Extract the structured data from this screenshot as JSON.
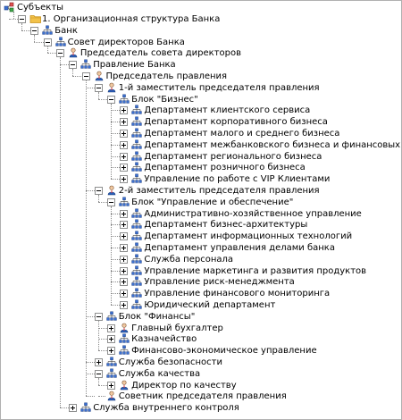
{
  "tree": {
    "root_label": "Субъекты",
    "nodes": [
      {
        "label": "1. Организационная структура Банка",
        "level": 0,
        "icon": "folder-icon",
        "expander": "minus"
      },
      {
        "label": "Банк",
        "level": 1,
        "icon": "org-chart-icon",
        "expander": "minus"
      },
      {
        "label": "Совет директоров Банка",
        "level": 2,
        "icon": "org-chart-icon",
        "expander": "minus"
      },
      {
        "label": "Председатель совета директоров",
        "level": 3,
        "icon": "person-icon",
        "expander": "minus"
      },
      {
        "label": "Правление Банка",
        "level": 4,
        "icon": "org-chart-icon",
        "expander": "minus"
      },
      {
        "label": "Председатель правления",
        "level": 5,
        "icon": "person-icon",
        "expander": "minus"
      },
      {
        "label": "1-й заместитель председателя правления",
        "level": 6,
        "icon": "person-icon",
        "expander": "minus"
      },
      {
        "label": "Блок \"Бизнес\"",
        "level": 7,
        "icon": "org-chart-icon",
        "expander": "minus"
      },
      {
        "label": "Департамент клиентского сервиса",
        "level": 8,
        "icon": "org-chart-icon",
        "expander": "plus"
      },
      {
        "label": "Департамент корпоративного бизнеса",
        "level": 8,
        "icon": "org-chart-icon",
        "expander": "plus"
      },
      {
        "label": "Департамент малого и среднего бизнеса",
        "level": 8,
        "icon": "org-chart-icon",
        "expander": "plus"
      },
      {
        "label": "Департамент межбанковского бизнеса и финансовых институтов",
        "level": 8,
        "icon": "org-chart-icon",
        "expander": "plus"
      },
      {
        "label": "Департамент регионального бизнеса",
        "level": 8,
        "icon": "org-chart-icon",
        "expander": "plus"
      },
      {
        "label": "Департамент розничного бизнеса",
        "level": 8,
        "icon": "org-chart-icon",
        "expander": "plus"
      },
      {
        "label": "Управление по работе с VIP Клиентами",
        "level": 8,
        "icon": "org-chart-icon",
        "expander": "plus"
      },
      {
        "label": "2-й заместитель председателя правления",
        "level": 6,
        "icon": "person-icon",
        "expander": "minus"
      },
      {
        "label": "Блок \"Управление и обеспечение\"",
        "level": 7,
        "icon": "org-chart-icon",
        "expander": "minus"
      },
      {
        "label": "Административно-хозяйственное управление",
        "level": 8,
        "icon": "org-chart-icon",
        "expander": "plus"
      },
      {
        "label": "Департамент бизнес-архитектуры",
        "level": 8,
        "icon": "org-chart-icon",
        "expander": "plus"
      },
      {
        "label": "Департамент информационных технологий",
        "level": 8,
        "icon": "org-chart-icon",
        "expander": "plus"
      },
      {
        "label": "Департамент управления делами банка",
        "level": 8,
        "icon": "org-chart-icon",
        "expander": "plus"
      },
      {
        "label": "Служба персонала",
        "level": 8,
        "icon": "org-chart-icon",
        "expander": "plus"
      },
      {
        "label": "Управление маркетинга и развития продуктов",
        "level": 8,
        "icon": "org-chart-icon",
        "expander": "plus"
      },
      {
        "label": "Управление риск-менеджмента",
        "level": 8,
        "icon": "org-chart-icon",
        "expander": "plus"
      },
      {
        "label": "Управление финансового мониторинга",
        "level": 8,
        "icon": "org-chart-icon",
        "expander": "plus"
      },
      {
        "label": "Юридический департамент",
        "level": 8,
        "icon": "org-chart-icon",
        "expander": "plus"
      },
      {
        "label": "Блок \"Финансы\"",
        "level": 6,
        "icon": "org-chart-icon",
        "expander": "minus"
      },
      {
        "label": "Главный бухгалтер",
        "level": 7,
        "icon": "person-icon",
        "expander": "plus"
      },
      {
        "label": "Казначейство",
        "level": 7,
        "icon": "org-chart-icon",
        "expander": "plus"
      },
      {
        "label": "Финансово-экономическое управление",
        "level": 7,
        "icon": "org-chart-icon",
        "expander": "plus"
      },
      {
        "label": "Служба безопасности",
        "level": 6,
        "icon": "org-chart-icon",
        "expander": "plus"
      },
      {
        "label": "Служба качества",
        "level": 6,
        "icon": "org-chart-icon",
        "expander": "minus"
      },
      {
        "label": "Директор по качеству",
        "level": 7,
        "icon": "person-icon",
        "expander": "plus"
      },
      {
        "label": "Советник председателя правления",
        "level": 6,
        "icon": "person-icon",
        "expander": "none"
      },
      {
        "label": "Служба внутреннего контроля",
        "level": 4,
        "icon": "org-chart-icon",
        "expander": "plus"
      }
    ]
  },
  "colors": {
    "folder": "#f2c24a",
    "folder_dark": "#c8921a",
    "org_blue": "#3a6fd0",
    "person_blue": "#2b5fb8",
    "guide": "#8c8c8c",
    "border": "#b0b0b0"
  }
}
